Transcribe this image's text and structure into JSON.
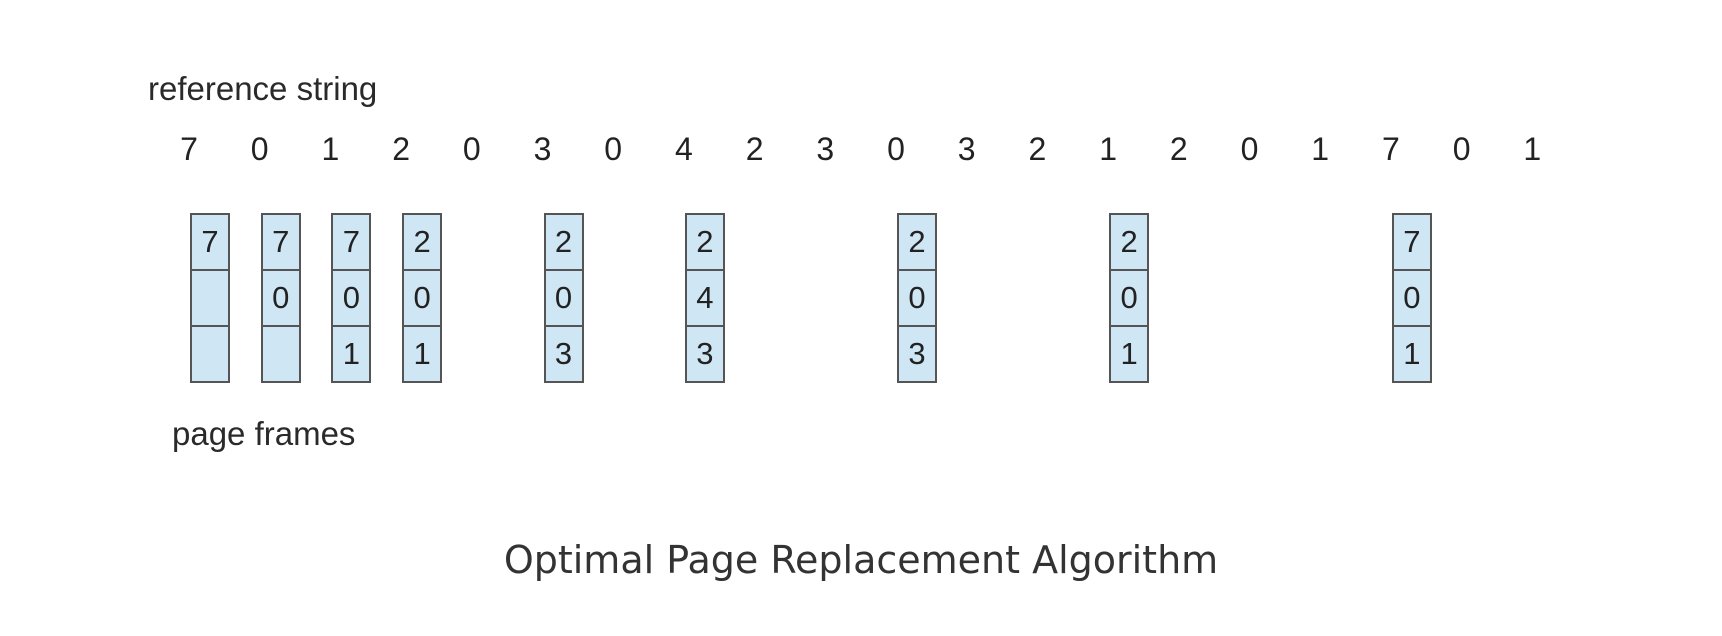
{
  "labels": {
    "reference_string": "reference string",
    "page_frames": "page frames"
  },
  "reference_string": [
    "7",
    "0",
    "1",
    "2",
    "0",
    "3",
    "0",
    "4",
    "2",
    "3",
    "0",
    "3",
    "2",
    "1",
    "2",
    "0",
    "1",
    "7",
    "0",
    "1"
  ],
  "frames": [
    {
      "ref_index": 0,
      "cells": [
        "7",
        "",
        ""
      ]
    },
    {
      "ref_index": 1,
      "cells": [
        "7",
        "0",
        ""
      ]
    },
    {
      "ref_index": 2,
      "cells": [
        "7",
        "0",
        "1"
      ]
    },
    {
      "ref_index": 3,
      "cells": [
        "2",
        "0",
        "1"
      ]
    },
    {
      "ref_index": 5,
      "cells": [
        "2",
        "0",
        "3"
      ]
    },
    {
      "ref_index": 7,
      "cells": [
        "2",
        "4",
        "3"
      ]
    },
    {
      "ref_index": 10,
      "cells": [
        "2",
        "0",
        "3"
      ]
    },
    {
      "ref_index": 13,
      "cells": [
        "2",
        "0",
        "1"
      ]
    },
    {
      "ref_index": 17,
      "cells": [
        "7",
        "0",
        "1"
      ]
    }
  ],
  "caption": "Optimal Page Replacement Algorithm",
  "colors": {
    "frame_fill": "#cfe6f5",
    "frame_border": "#555555",
    "text": "#222222"
  }
}
